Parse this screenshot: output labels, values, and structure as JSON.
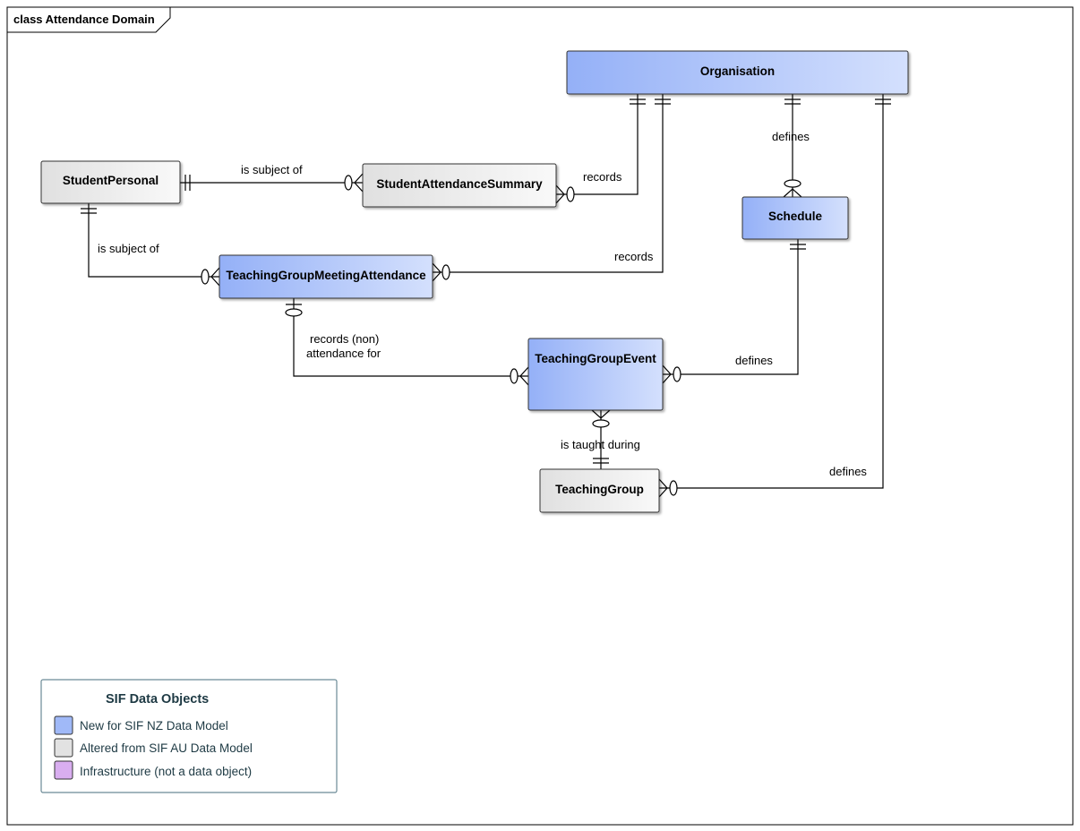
{
  "frame": {
    "title": "class Attendance Domain"
  },
  "colors": {
    "new": "#a0b9f8",
    "altered": "#e2e2e2",
    "infrastructure": "#d9aef0"
  },
  "entities": {
    "organisation": "Organisation",
    "student_personal": "StudentPersonal",
    "student_attendance_summary": "StudentAttendanceSummary",
    "schedule": "Schedule",
    "teaching_group_meeting_attendance": "TeachingGroupMeetingAttendance",
    "teaching_group_event": "TeachingGroupEvent",
    "teaching_group": "TeachingGroup"
  },
  "connectors": {
    "is_subject_of_summary": "is subject of",
    "records_summary": "records",
    "defines_schedule": "defines",
    "is_subject_of_meeting": "is subject of",
    "records_meeting": "records",
    "records_non_attendance_line1": "records (non)",
    "records_non_attendance_line2": "attendance for",
    "defines_event": "defines",
    "is_taught_during": "is taught during",
    "defines_group": "defines"
  },
  "legend": {
    "title": "SIF Data Objects",
    "items": [
      {
        "label": "New for SIF NZ Data Model",
        "color": "#a0b9f8"
      },
      {
        "label": "Altered from SIF AU Data Model",
        "color": "#e2e2e2"
      },
      {
        "label": "Infrastructure (not a data object)",
        "color": "#d9aef0"
      }
    ]
  }
}
